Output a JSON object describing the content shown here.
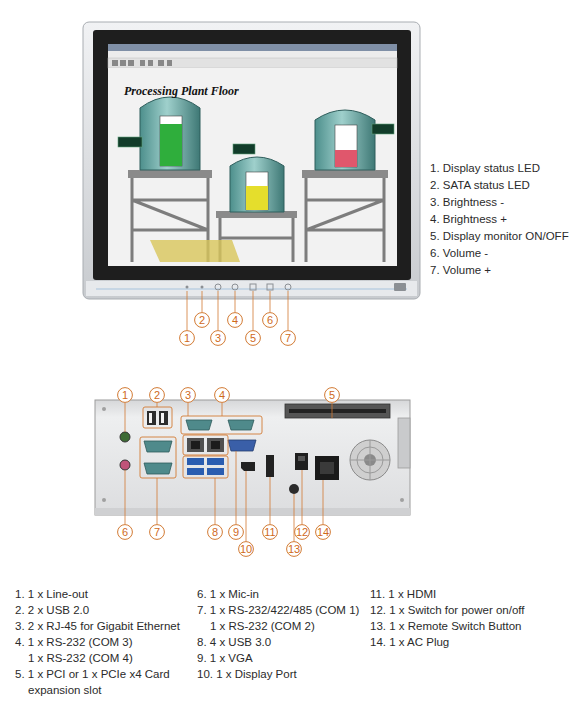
{
  "diagram": {
    "nodes": [
      {
        "text": [
          "1"
        ]
      },
      {
        "text": [
          "2"
        ]
      },
      {
        "text": [
          "3"
        ]
      },
      {
        "text": [
          "4"
        ]
      },
      {
        "text": [
          "5"
        ]
      },
      {
        "text": [
          "6"
        ]
      },
      {
        "text": [
          "7"
        ]
      },
      {
        "text": [
          "1"
        ]
      },
      {
        "text": [
          "2"
        ]
      },
      {
        "text": [
          "3"
        ]
      },
      {
        "text": [
          "4"
        ]
      },
      {
        "text": [
          "5"
        ]
      },
      {
        "text": [
          "6"
        ]
      },
      {
        "text": [
          "7"
        ]
      },
      {
        "text": [
          "8"
        ]
      },
      {
        "text": [
          "9"
        ]
      },
      {
        "text": [
          "10"
        ]
      },
      {
        "text": [
          "11"
        ]
      },
      {
        "text": [
          "12"
        ]
      },
      {
        "text": [
          "13"
        ]
      },
      {
        "text": [
          "14"
        ]
      }
    ],
    "labels": [
      "Processing Plant Floor",
      "1. Display status LED",
      "2. SATA status LED",
      "3. Brightness -",
      "4. Brightness +",
      "5. Display monitor ON/OFF",
      "6. Volume -",
      "7. Volume +",
      "1. 1 x Line-out",
      "2. 2 x USB 2.0",
      "3. 2 x RJ-45 for Gigabit Ethernet",
      "4. 1 x RS-232 (COM 3) 1 x RS-232 (COM 4)",
      "5. 1 x PCI or 1 x PCIe x4 Card expansion slot",
      "6. 1 x Mic-in",
      "7. 1 x RS-232/422/485 (COM 1) 1 x RS-232 (COM 2)",
      "8. 4 x USB 3.0",
      "9. 1 x VGA",
      "10. 1 x Display Port",
      "11. 1 x HDMI",
      "12. 1 x Switch for power on/off",
      "13. 1 x Remote Switch Button",
      "14. 1 x AC Plug"
    ]
  }
}
